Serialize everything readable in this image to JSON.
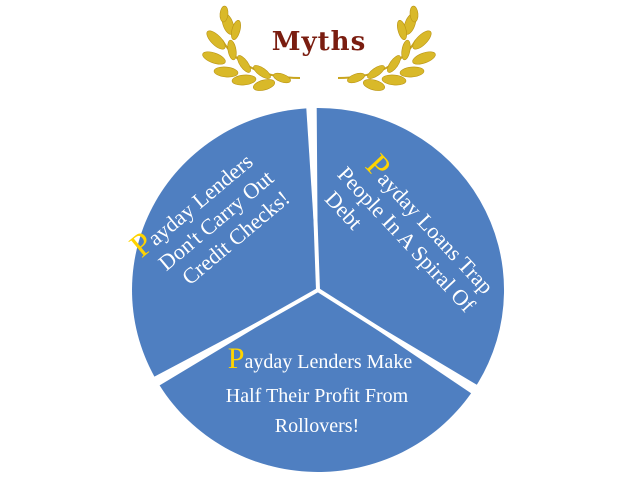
{
  "colors": {
    "segment_fill": "#4f7fc1",
    "divider": "#ffffff",
    "text": "#ffffff",
    "initial": "#ffd400",
    "title_text": "#7a1d10",
    "laurel": "#d9b929"
  },
  "badge": {
    "title": "Myths",
    "icon": "laurel-wreath-icon"
  },
  "segments": [
    {
      "initial": "P",
      "lines": [
        "ayday Lenders",
        "Don't Carry Out",
        "Credit Checks!"
      ]
    },
    {
      "initial": "P",
      "lines": [
        "ayday Loans Trap",
        "People In A Spiral Of",
        "Debt"
      ]
    },
    {
      "initial": "P",
      "lines": [
        "ayday Lenders Make",
        "Half Their Profit From",
        "Rollovers!"
      ]
    }
  ]
}
